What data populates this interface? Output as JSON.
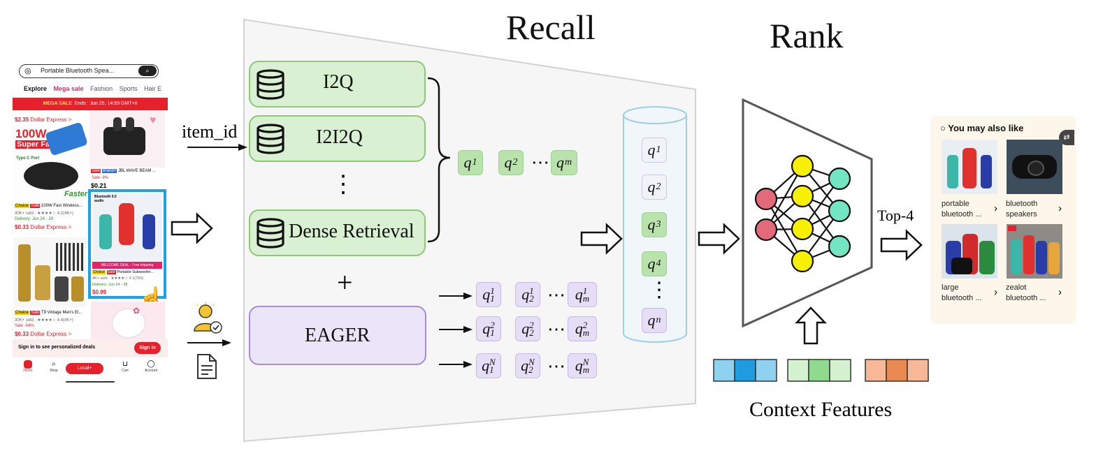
{
  "recall": {
    "heading": "Recall",
    "sources": [
      {
        "label": "I2Q",
        "icon": "database-icon"
      },
      {
        "label": "I2I2Q",
        "icon": "database-icon"
      },
      {
        "label": "Dense Retrieval",
        "icon": "database-icon"
      }
    ],
    "vertical_ellipsis": "⋮",
    "plus": "+",
    "eager_label": "EAGER",
    "query_ellipsis": "⋯"
  },
  "rank": {
    "heading": "Rank",
    "context_label": "Context Features",
    "top_label": "Top-4"
  },
  "input": {
    "item_id_label": "item_id"
  },
  "phone": {
    "search_text": "Portable Bluetooth Spea...",
    "tabs": [
      "Explore",
      "Mega sale",
      "Fashion",
      "Sports",
      "Hair E"
    ],
    "banner": "MEGA SALE",
    "banner_sub": "Ends : Jun 25, 14:59 GMT+8",
    "price_top": "$2.35",
    "price_top_tag": "Dollar Express >",
    "charger_title_1": "100W",
    "charger_title_2": "Super Fast",
    "charger_type": "Type C Port",
    "charger_faster": "Faster",
    "earbuds_title": "JBL WAVE BEAM ...",
    "earbuds_sale": "Sale -8%",
    "earbuds_price": "$0.21",
    "charger_item": "100W Fast Wireless...",
    "charger_sold": "40K+ sold · ★★★★☆ 4.2(4K+)",
    "charger_delivery": "Delivery: Jun 24 - 28",
    "charger_price": "$0.33",
    "charger_price_tag": "Dollar Express >",
    "speaker_banner": "WELCOME DEAL · Free shipping",
    "speaker_item": "Portable Subwoofer...",
    "speaker_sold": "4K+ sold · ★★★★☆ 4.1(755)",
    "speaker_delivery": "Delivery: Jun 24 - 28",
    "speaker_price": "$0.99",
    "trimmer_item": "T9 Vintage Men's El...",
    "trimmer_sold": "30K+ sold · ★★★★☆ 4.4(4K+)",
    "trimmer_sale": "Sale -94%",
    "trimmer_price": "$0.33",
    "trimmer_price_tag": "Dollar Express >",
    "signin_text": "Sign in to see personalized deals",
    "signin_button": "Sign in",
    "nav": [
      "Home",
      "Shop",
      "Local+",
      "Cart",
      "Account"
    ]
  },
  "result_panel": {
    "title": "You may also like",
    "items": [
      {
        "label_line1": "portable",
        "label_line2": "bluetooth ..."
      },
      {
        "label_line1": "bluetooth",
        "label_line2": "speakers"
      },
      {
        "label_line1": "large",
        "label_line2": "bluetooth ..."
      },
      {
        "label_line1": "zealot",
        "label_line2": "bluetooth ..."
      }
    ],
    "chevron": "›"
  },
  "colors": {
    "green_fill": "#d9f0d3",
    "green_border": "#8cc77a",
    "purple_fill": "#ece4f8",
    "purple_border": "#a98bd6",
    "cylinder_border": "#9ecfe4",
    "node_red": "#e36a7a",
    "node_yellow": "#f7f000",
    "node_teal": "#72e6c2",
    "context_blue": "#1f9be0",
    "context_green": "#8fdb8d",
    "context_orange": "#e98a52",
    "highlight_blue": "#1aa3e6",
    "phone_red": "#e5222b"
  }
}
